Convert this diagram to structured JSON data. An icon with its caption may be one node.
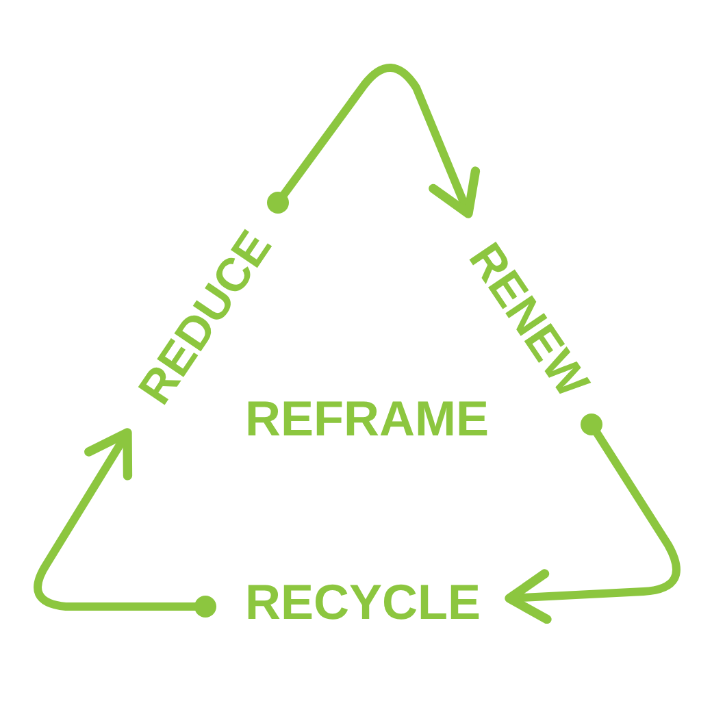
{
  "diagram": {
    "nodes": [
      {
        "text": [
          "REDUCE"
        ]
      },
      {
        "text": [
          "RENEW"
        ]
      },
      {
        "text": [
          "RECYCLE"
        ]
      }
    ],
    "edges": [
      {
        "from": 0,
        "to": 1,
        "arrow": "to"
      },
      {
        "from": 1,
        "to": 2,
        "arrow": "to"
      },
      {
        "from": 2,
        "to": 0,
        "arrow": "to"
      }
    ],
    "labels": [
      "REFRAME"
    ]
  }
}
